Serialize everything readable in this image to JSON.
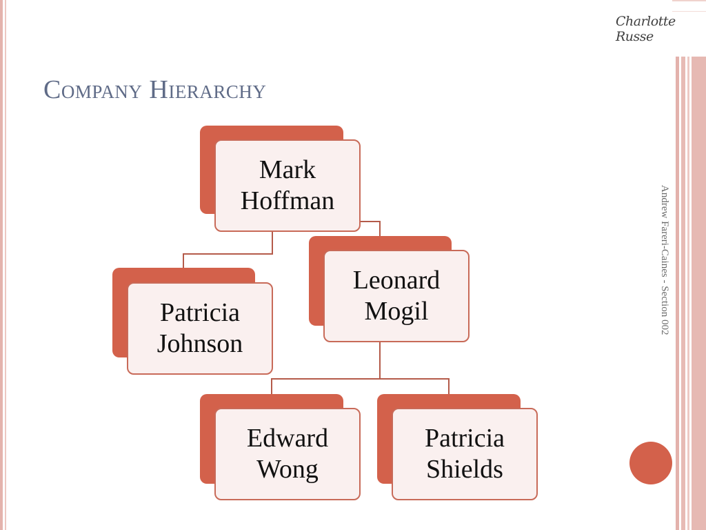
{
  "header": {
    "logo_text": "Charlotte Russe",
    "title": "Company Hierarchy",
    "side_text": "Andrew Fareri-Caines - Section 002"
  },
  "org_chart": {
    "root": "Mark\nHoffman",
    "children": [
      "Patricia\nJohnson",
      "Leonard\nMogil"
    ],
    "grandchildren": [
      "Edward\nWong",
      "Patricia\nShields"
    ]
  },
  "colors": {
    "accent": "#d3614b",
    "card_fill": "#faf0ef",
    "card_border": "#c86a58",
    "title": "#5f6b87"
  }
}
